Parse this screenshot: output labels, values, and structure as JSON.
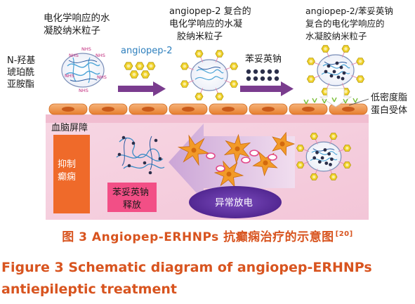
{
  "diagram": {
    "labels": {
      "nanoparticle_title_1": "电化学响应的水",
      "nanoparticle_title_2": "凝胶纳米粒子",
      "nhs_label": "NHS",
      "nhs_full_1": "N-羟基",
      "nhs_full_2": "琥珀酰",
      "nhs_full_3": "亚胺酯",
      "angiopep": "angiopep-2",
      "complex_title_1": "angiopep-2 复合的",
      "complex_title_2": "电化学响应的水凝",
      "complex_title_3": "胶纳米粒子",
      "drug": "苯妥英钠",
      "loaded_title_1": "angiopep-2/苯妥英钠",
      "loaded_title_2": "复合的电化学响应的",
      "loaded_title_3": "水凝胶纳米粒子",
      "ldl_1": "低密度脂",
      "ldl_2": "蛋白受体",
      "bbb": "血脑屏障",
      "inhibit_1": "抑制",
      "inhibit_2": "癫痫",
      "release_1": "苯妥英钠",
      "release_2": "释放",
      "discharge": "异常放电"
    },
    "colors": {
      "arrow_purple": "#7a3c8e",
      "peptide_yellow": "#f0d22a",
      "drug_dark": "#2b2f4a",
      "barrier_orange": "#f08c3c",
      "inhibit_orange": "#ef6a2a",
      "release_pink": "#f24f86",
      "discharge_purple": "#5b2a9a",
      "neuron_orange": "#f29a28",
      "angiopep_blue": "#2d7fbd"
    }
  },
  "caption": {
    "cn": "图 3  Angiopep-ERHNPs 抗癫痫治疗的示意图",
    "cn_ref": "[20]",
    "en_line1": "Figure 3  Schematic diagram of angiopep-ERHNPs",
    "en_line2": "antiepileptic treatment"
  }
}
